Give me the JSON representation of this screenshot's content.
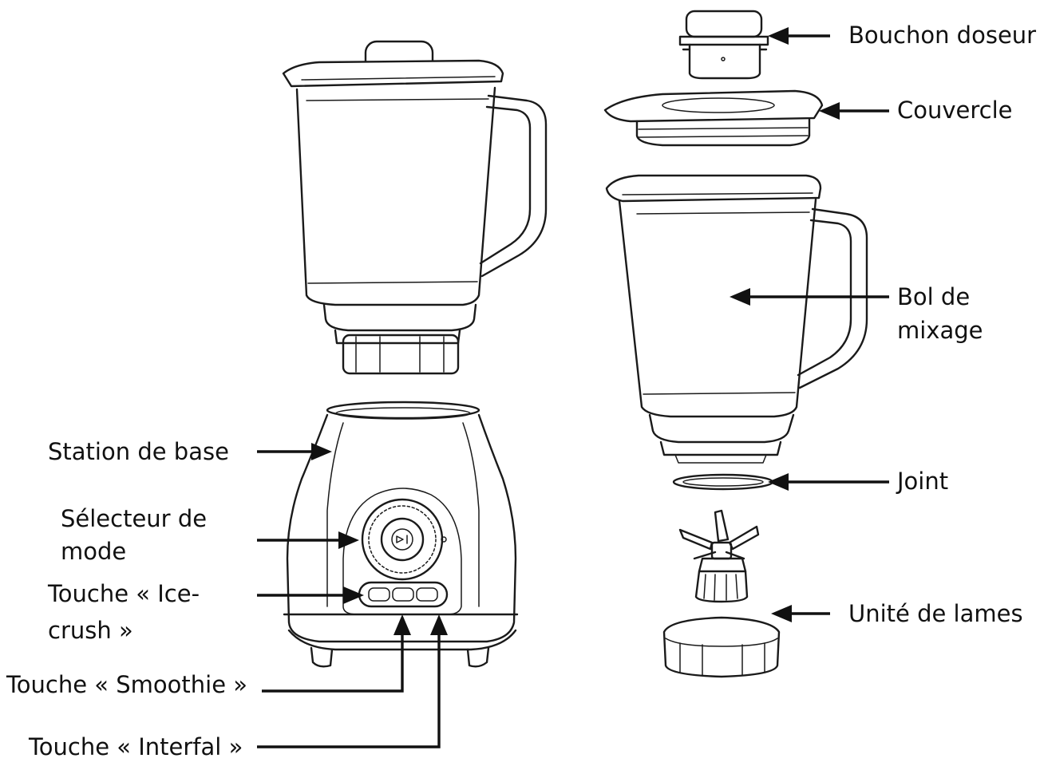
{
  "labels": {
    "bouchon": "Bouchon doseur",
    "couvercle": "Couvercle",
    "bol_line1": "Bol de",
    "bol_line2": "mixage",
    "joint": "Joint",
    "unite": "Unité de lames",
    "station": "Station de base",
    "selecteur_line1": "Sélecteur de",
    "selecteur_line2": "mode",
    "icecrush_line1": "Touche « Ice-",
    "icecrush_line2": "crush »",
    "smoothie": "Touche « Smoothie »",
    "interfal": "Touche « Interfal »"
  },
  "colors": {
    "ink": "#1a1a1a",
    "background": "#ffffff"
  }
}
